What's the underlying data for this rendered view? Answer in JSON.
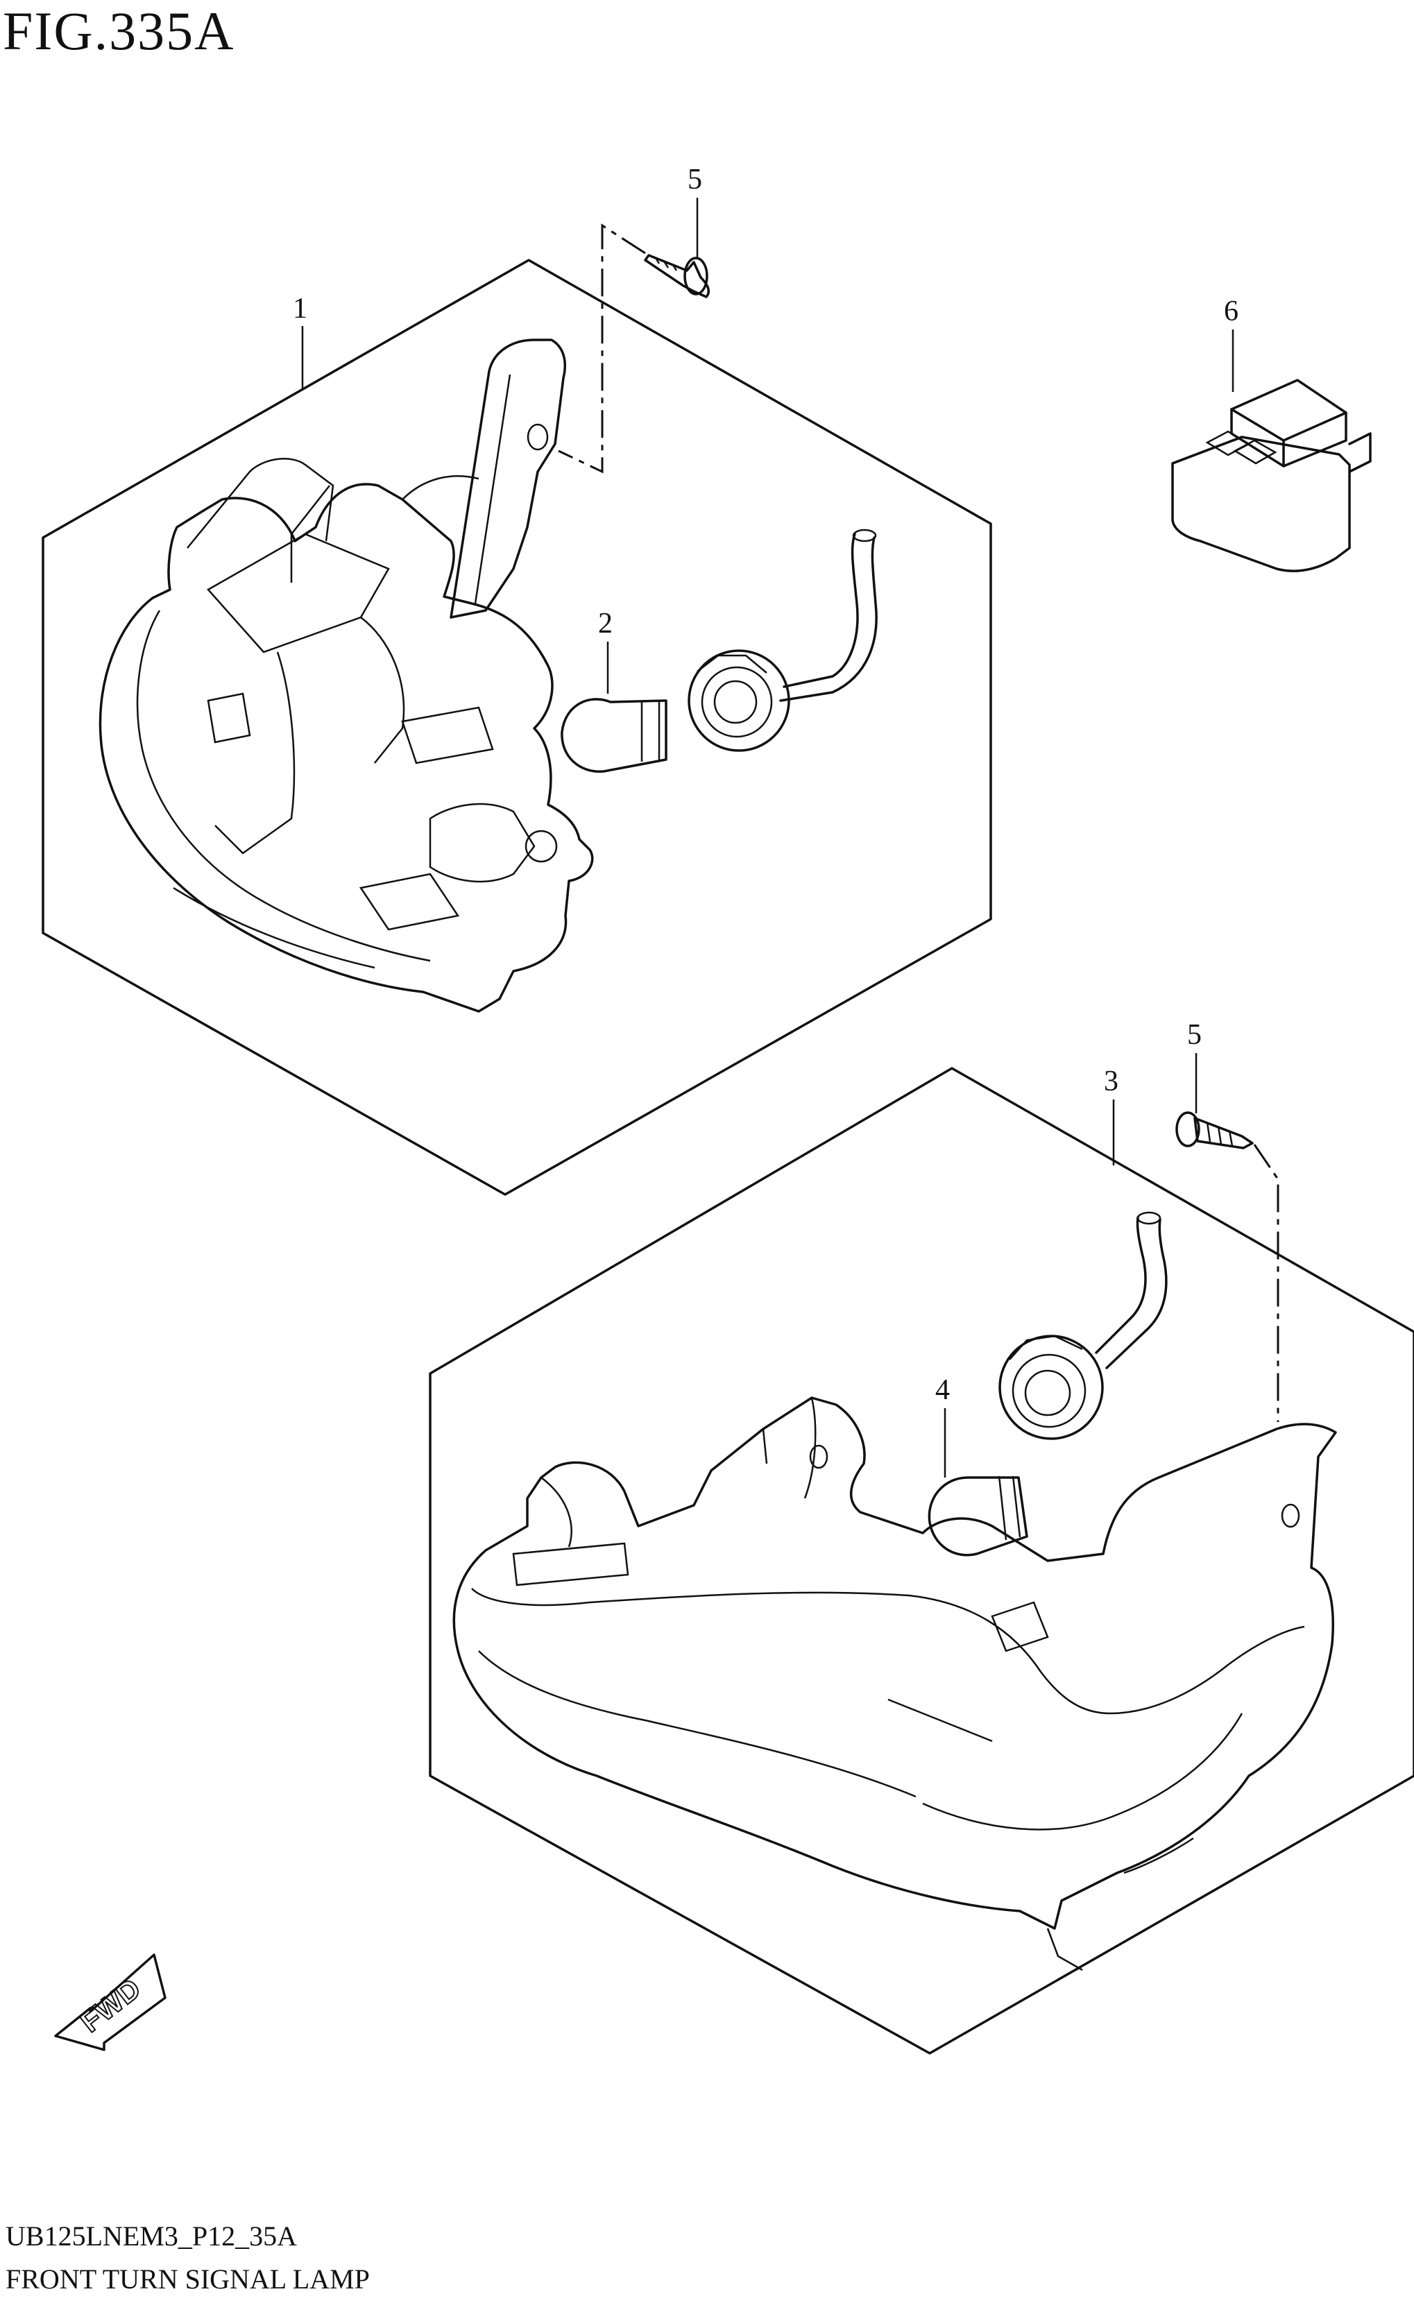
{
  "figure": {
    "title": "FIG.335A",
    "code": "UB125LNEM3_P12_35A",
    "name": "FRONT TURN SIGNAL LAMP"
  },
  "callouts": [
    {
      "id": "1",
      "label": "1"
    },
    {
      "id": "2",
      "label": "2"
    },
    {
      "id": "3",
      "label": "3"
    },
    {
      "id": "4",
      "label": "4"
    },
    {
      "id": "5a",
      "label": "5"
    },
    {
      "id": "5b",
      "label": "5"
    },
    {
      "id": "6",
      "label": "6"
    }
  ],
  "direction_marker": {
    "label": "FWD",
    "icon": "fwd-arrow-icon"
  }
}
